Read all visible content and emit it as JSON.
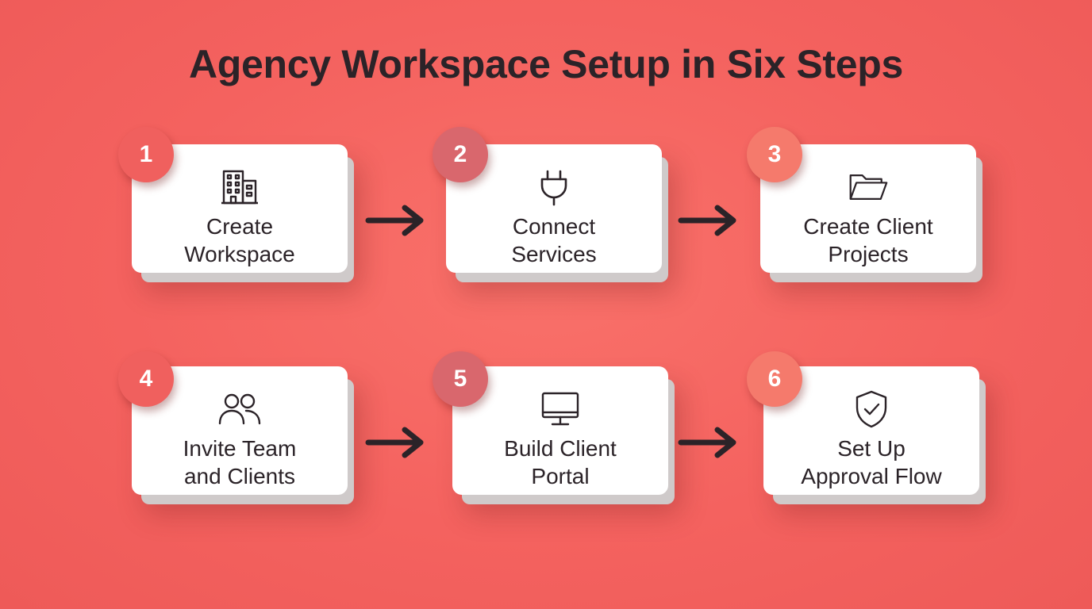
{
  "title": "Agency Workspace Setup in Six Steps",
  "colors": {
    "background": "#f4625f",
    "text": "#2b2328",
    "card": "#ffffff",
    "badge_red": "#f0605e",
    "badge_rose": "#d9676d",
    "badge_coral": "#f57a6c"
  },
  "steps": [
    {
      "number": "1",
      "label_line1": "Create",
      "label_line2": "Workspace",
      "icon": "building-icon"
    },
    {
      "number": "2",
      "label_line1": "Connect",
      "label_line2": "Services",
      "icon": "plug-icon"
    },
    {
      "number": "3",
      "label_line1": "Create Client",
      "label_line2": "Projects",
      "icon": "folder-icon"
    },
    {
      "number": "4",
      "label_line1": "Invite Team",
      "label_line2": "and Clients",
      "icon": "users-icon"
    },
    {
      "number": "5",
      "label_line1": "Build Client",
      "label_line2": "Portal",
      "icon": "monitor-icon"
    },
    {
      "number": "6",
      "label_line1": "Set Up",
      "label_line2": "Approval Flow",
      "icon": "shield-check-icon"
    }
  ]
}
